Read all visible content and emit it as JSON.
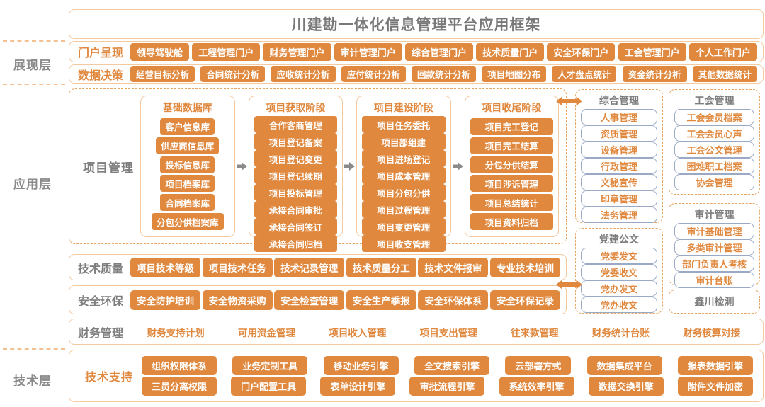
{
  "title": "川建勘一体化信息管理平台应用框架",
  "layers": {
    "presentation": "展现层",
    "application": "应用层",
    "technology": "技术层"
  },
  "portal_row": {
    "label": "门户呈现",
    "items": [
      "领导驾驶舱",
      "工程管理门户",
      "财务管理门户",
      "审计管理门户",
      "综合管理门户",
      "技术质量门户",
      "安全环保门户",
      "工会管理门户",
      "个人工作门户"
    ]
  },
  "data_row": {
    "label": "数据决策",
    "items": [
      "经营目标分析",
      "合同统计分析",
      "应收统计分析",
      "应付统计分析",
      "回款统计分析",
      "项目地图分布",
      "人才盘点统计",
      "资金统计分析",
      "其他数据统计"
    ]
  },
  "project_mgmt": {
    "label": "项目管理",
    "columns": [
      {
        "title": "基础数据库",
        "items": [
          "客户信息库",
          "供应商信息库",
          "投标信息库",
          "项目档案库",
          "合同档案库",
          "分包分供档案库"
        ]
      },
      {
        "title": "项目获取阶段",
        "items": [
          "合作客商管理",
          "项目登记备案",
          "项目登记变更",
          "项目登记续期",
          "项目投标管理",
          "承接合同审批",
          "承接合同签订",
          "承接合同归档"
        ]
      },
      {
        "title": "项目建设阶段",
        "items": [
          "项目任务委托",
          "项目部组建",
          "项目进场登记",
          "项目成本管理",
          "项目分包分供",
          "项目过程管理",
          "项目变更管理",
          "项目收支管理"
        ]
      },
      {
        "title": "项目收尾阶段",
        "items": [
          "项目完工登记",
          "项目完工结算",
          "分包分供结算",
          "项目涉诉管理",
          "项目总结统计",
          "项目资料归档"
        ]
      }
    ]
  },
  "panels": {
    "comprehensive": {
      "title": "综合管理",
      "items": [
        "人事管理",
        "资质管理",
        "设备管理",
        "行政管理",
        "文秘宣传",
        "印章管理",
        "法务管理"
      ]
    },
    "union": {
      "title": "工会管理",
      "items": [
        "工会会员档案",
        "工会会员心声",
        "工会公文管理",
        "困难职工档案",
        "协会管理"
      ]
    },
    "audit": {
      "title": "审计管理",
      "items": [
        "审计基础管理",
        "多类审计管理",
        "部门负责人考核",
        "审计台账"
      ]
    },
    "party": {
      "title": "党建公文",
      "items": [
        "党委发文",
        "党委收文",
        "党办发文",
        "党办收文"
      ]
    },
    "testing": {
      "title": "鑫川检测"
    }
  },
  "tech_quality_row": {
    "label": "技术质量",
    "items": [
      "项目技术等级",
      "项目技术任务",
      "技术记录管理",
      "技术质量分工",
      "技术文件报审",
      "专业技术培训"
    ]
  },
  "safety_row": {
    "label": "安全环保",
    "items": [
      "安全防护培训",
      "安全物资采购",
      "安全检查管理",
      "安全生产季报",
      "安全环保体系",
      "安全环保记录"
    ]
  },
  "finance_row": {
    "label": "财务管理",
    "items": [
      "财务支持计划",
      "可用资金管理",
      "项目收入管理",
      "项目支出管理",
      "往来款管理",
      "财务统计台账",
      "财务核算对接"
    ]
  },
  "tech_support": {
    "label": "技术支持",
    "rows": [
      [
        "组织权限体系",
        "业务定制工具",
        "移动业务引擎",
        "全文搜索引擎",
        "云部署方式",
        "数据集成平台",
        "报表数据引擎"
      ],
      [
        "三员分离权限",
        "门户配置工具",
        "表单设计引擎",
        "审批流程引擎",
        "系统效率引擎",
        "数据交换引擎",
        "附件文件加密"
      ]
    ]
  },
  "colors": {
    "accent_orange": "#E0883E",
    "solid_border_light": "#F3C9A0",
    "dashed_border": "#E9A55F",
    "item_border_blue": "#9AA9C5",
    "gray_text": "#7E7E7E",
    "arrow_gray": "#8A8A8A"
  }
}
